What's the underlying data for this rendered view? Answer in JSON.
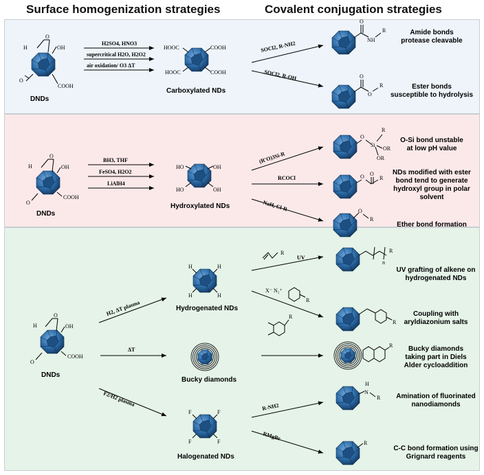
{
  "headers": {
    "left": "Surface homogenization strategies",
    "right": "Covalent conjugation strategies"
  },
  "panel1": {
    "start_label": "DNDs",
    "start_atoms": {
      "h": "H",
      "o": "O",
      "oh": "OH",
      "cooh": "COOH",
      "ketone": "O"
    },
    "conditions": [
      "H2SO4, HNO3",
      "supercritical H2O, H2O2",
      "air oxidation/ O3  ΔT"
    ],
    "product_label": "Carboxylated NDs",
    "product_atoms": [
      "HOOC",
      "COOH",
      "HOOC",
      "COOH"
    ],
    "reactions": [
      {
        "reagent": "SOCl2, R-NH2",
        "atoms": [
          "O",
          "NH",
          "R"
        ],
        "description": [
          "Amide bonds",
          "protease cleavable"
        ]
      },
      {
        "reagent": "SOCl2, R-OH",
        "atoms": [
          "O",
          "O",
          "R"
        ],
        "description": [
          "Ester bonds",
          "susceptible to hydrolysis"
        ]
      }
    ]
  },
  "panel2": {
    "start_label": "DNDs",
    "start_atoms": {
      "h": "H",
      "o": "O",
      "oh": "OH",
      "cooh": "COOH",
      "ketone": "O"
    },
    "conditions": [
      "BH3, THF",
      "FeSO4, H2O2",
      "LiAlH4"
    ],
    "product_label": "Hydroxylated NDs",
    "product_atoms": [
      "HO",
      "OH",
      "HO",
      "OH"
    ],
    "reactions": [
      {
        "reagent": "(R'O)3Si-R",
        "atoms": [
          "O",
          "Si",
          "R",
          "OR",
          "OR"
        ],
        "description": [
          "O-Si bond unstable",
          "at low pH value"
        ]
      },
      {
        "reagent": "RCOCl",
        "atoms": [
          "O",
          "O",
          "R"
        ],
        "description": [
          "NDs modified with ester",
          "bond tend to generate",
          "hydroxyl group in polar",
          "solvent"
        ]
      },
      {
        "reagent": "NaH, Cl-R",
        "atoms": [
          "O",
          "R"
        ],
        "description": [
          "Ether bond formation"
        ]
      }
    ]
  },
  "panel3": {
    "start_label": "DNDs",
    "start_atoms": {
      "h": "H",
      "o": "O",
      "oh": "OH",
      "cooh": "COOH",
      "ketone": "O"
    },
    "routes": [
      {
        "condition": "H2, ΔT plasma",
        "product": "Hydrogenated NDs",
        "atoms": [
          "H",
          "H",
          "H",
          "H"
        ]
      },
      {
        "condition": "ΔT",
        "product": "Bucky diamonds"
      },
      {
        "condition": "F2/H2 plasma",
        "product": "Halogenated NDs",
        "atoms": [
          "F",
          "F",
          "F",
          "F"
        ]
      }
    ],
    "reactions": [
      {
        "reagent": "UV",
        "reagent_atom": "R",
        "atoms": [
          "n",
          "R"
        ],
        "description": [
          "UV grafting of alkene on",
          "hydrogenated NDs"
        ]
      },
      {
        "reagent": "X⁻ N₂⁺",
        "reagent_atom": "R",
        "atoms": [
          "R"
        ],
        "description": [
          "Coupling with",
          "aryldiazonium salts"
        ]
      },
      {
        "reagent": "",
        "reagent_atom": "R",
        "atoms": [
          "R"
        ],
        "description": [
          "Bucky diamonds",
          "taking part in Diels",
          "Alder cycloaddition"
        ]
      },
      {
        "reagent": "R-NH2",
        "atoms": [
          "H",
          "N",
          "R"
        ],
        "description": [
          "Amination of fluorinated",
          "nanodiamonds"
        ]
      },
      {
        "reagent": "RMgBr",
        "atoms": [
          "R"
        ],
        "description": [
          "C-C bond formation using",
          "Grignard reagents"
        ]
      }
    ]
  },
  "colors": {
    "nd_dark": "#14385f",
    "nd_mid": "#2a6aa6",
    "nd_light": "#5b98cf",
    "panel1": "#eef4fa",
    "panel2": "#fbe9ea",
    "panel3": "#e5f3e8"
  }
}
